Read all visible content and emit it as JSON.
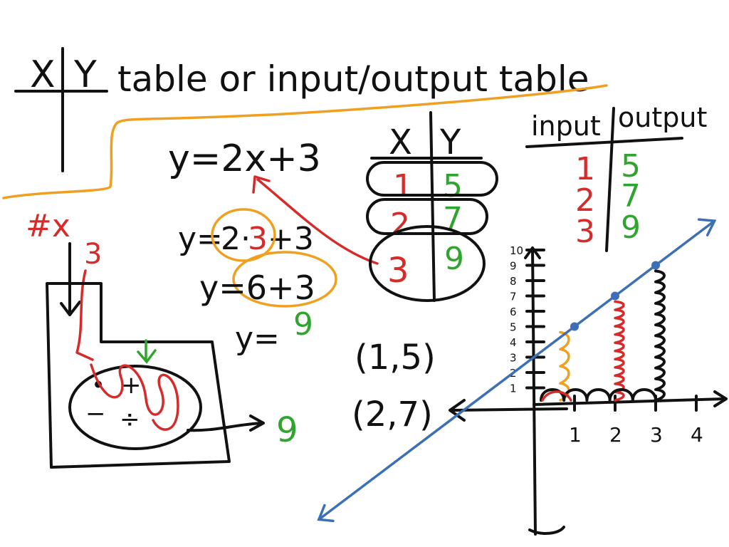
{
  "title": {
    "prefix_x": "X",
    "prefix_y": "Y",
    "text": "table or input/output table"
  },
  "equation": {
    "main": "y=2x+3",
    "step1_prefix": "y=",
    "step1_coef": "2·",
    "step1_input": "3",
    "step1_suffix": "+3",
    "step2": "y=6+3",
    "step3_prefix": "y=",
    "step3_result": "9"
  },
  "machine": {
    "input_label": "#x",
    "input_value": "3",
    "output_value": "9",
    "ops": [
      "•",
      "+",
      "−",
      "÷"
    ]
  },
  "xy_table": {
    "header_x": "X",
    "header_y": "Y",
    "rows": [
      {
        "x": "1",
        "y": "5"
      },
      {
        "x": "2",
        "y": "7"
      },
      {
        "x": "3",
        "y": "9"
      }
    ]
  },
  "io_table": {
    "header_input": "input",
    "header_output": "output",
    "rows": [
      {
        "input": "1",
        "output": "5"
      },
      {
        "input": "2",
        "output": "7"
      },
      {
        "input": "3",
        "output": "9"
      }
    ]
  },
  "points": [
    "(1,5)",
    "(2,7)"
  ],
  "graph": {
    "x_ticks": [
      "1",
      "2",
      "3",
      "4"
    ],
    "y_ticks": [
      "1",
      "2",
      "3",
      "4",
      "5",
      "6",
      "7",
      "8",
      "9",
      "10"
    ],
    "plotted_points": [
      {
        "x": 1,
        "y": 5
      },
      {
        "x": 2,
        "y": 7
      },
      {
        "x": 3,
        "y": 9
      }
    ]
  },
  "colors": {
    "ink": "#111111",
    "red": "#d62b2b",
    "green": "#2fa52f",
    "orange": "#f0a020",
    "blue": "#3d6fb6"
  }
}
